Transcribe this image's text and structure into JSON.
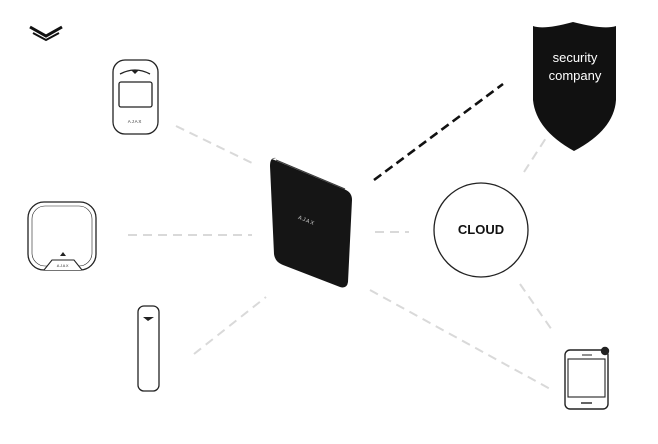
{
  "brand": {
    "logo_icon": "ajax-chevron-logo",
    "device_mark": "AJAX"
  },
  "security_company": {
    "line1": "security",
    "line2": "company",
    "icon": "shield-icon"
  },
  "cloud": {
    "label": "CLOUD"
  },
  "devices": {
    "motion_detector": "motion-detector-icon",
    "siren": "siren-icon",
    "door_sensor": "door-sensor-icon",
    "hub": "hub-icon",
    "tablet": "tablet-icon"
  },
  "colors": {
    "hub": "#111111",
    "dashed_dark": "#111111",
    "dashed_light": "#d6d6d6",
    "shield": "#111111",
    "outline": "#222222",
    "notification_dot": "#222222"
  }
}
